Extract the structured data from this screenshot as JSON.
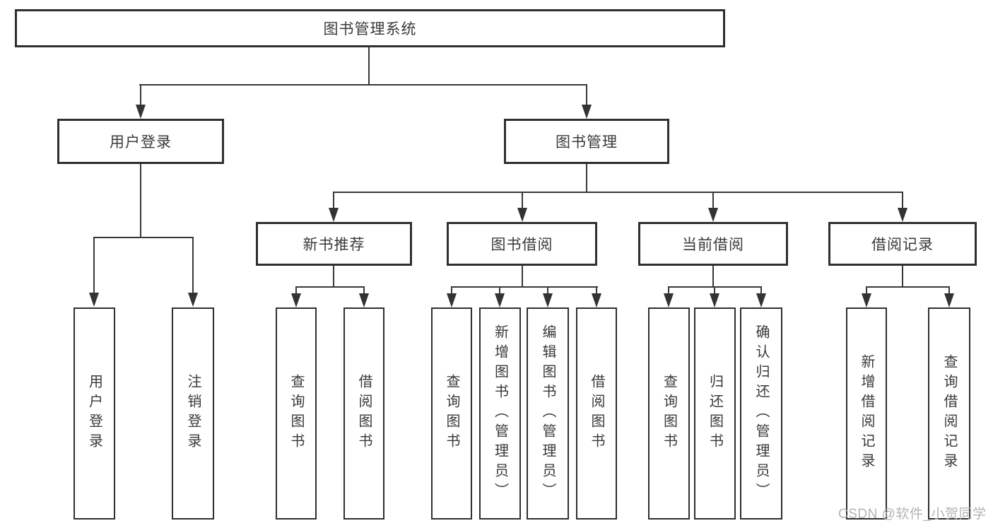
{
  "diagram": {
    "root_label": "图书管理系统",
    "branches": [
      {
        "label": "用户登录",
        "children": [
          {
            "label": "用户登录"
          },
          {
            "label": "注销登录"
          }
        ]
      },
      {
        "label": "图书管理",
        "children": [
          {
            "label": "新书推荐",
            "children": [
              {
                "label": "查询图书"
              },
              {
                "label": "借阅图书"
              }
            ]
          },
          {
            "label": "图书借阅",
            "children": [
              {
                "label": "查询图书"
              },
              {
                "label": "新增图书（管理员）"
              },
              {
                "label": "编辑图书（管理员）"
              },
              {
                "label": "借阅图书"
              }
            ]
          },
          {
            "label": "当前借阅",
            "children": [
              {
                "label": "查询图书"
              },
              {
                "label": "归还图书"
              },
              {
                "label": "确认归还（管理员）"
              }
            ]
          },
          {
            "label": "借阅记录",
            "children": [
              {
                "label": "新增借阅记录"
              },
              {
                "label": "查询借阅记录"
              }
            ]
          }
        ]
      }
    ],
    "colors": {
      "box_border": "#2f2f2f",
      "connector_line": "#383838",
      "text": "#3a3a3a",
      "background": "#ffffff",
      "watermark": "#b4b4b4"
    }
  },
  "watermark": {
    "text": "CSDN @软件_小贺同学"
  }
}
